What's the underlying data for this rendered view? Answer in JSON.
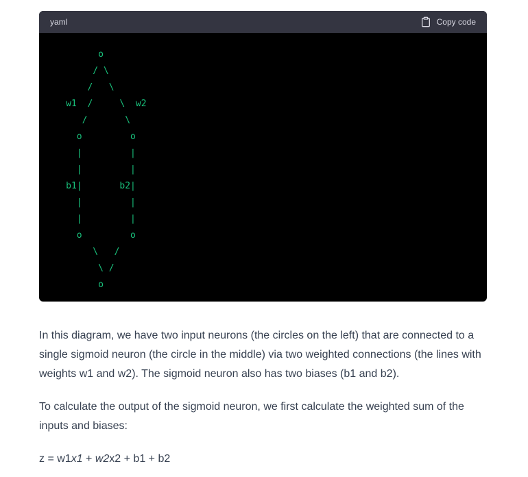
{
  "code_block": {
    "language": "yaml",
    "copy_label": "Copy code",
    "code": "           o\n          / \\\n         /   \\\n     w1  /     \\  w2\n        /       \\\n       o         o\n       |         |\n       |         |\n     b1|       b2|\n       |         |\n       |         |\n       o         o\n          \\   /\n           \\ /\n           o",
    "text_color": "#19c37d",
    "background": "#000000",
    "header_background": "#343541"
  },
  "prose": {
    "paragraph1": "In this diagram, we have two input neurons (the circles on the left) that are connected to a single sigmoid neuron (the circle in the middle) via two weighted connections (the lines with weights w1 and w2). The sigmoid neuron also has two biases (b1 and b2).",
    "paragraph2": "To calculate the output of the sigmoid neuron, we first calculate the weighted sum of the inputs and biases:",
    "formula": {
      "part1": "z = w1",
      "italic1": "x1",
      "part2": " + ",
      "italic2": "w2",
      "part3": "x2 + b1 + b2"
    }
  }
}
